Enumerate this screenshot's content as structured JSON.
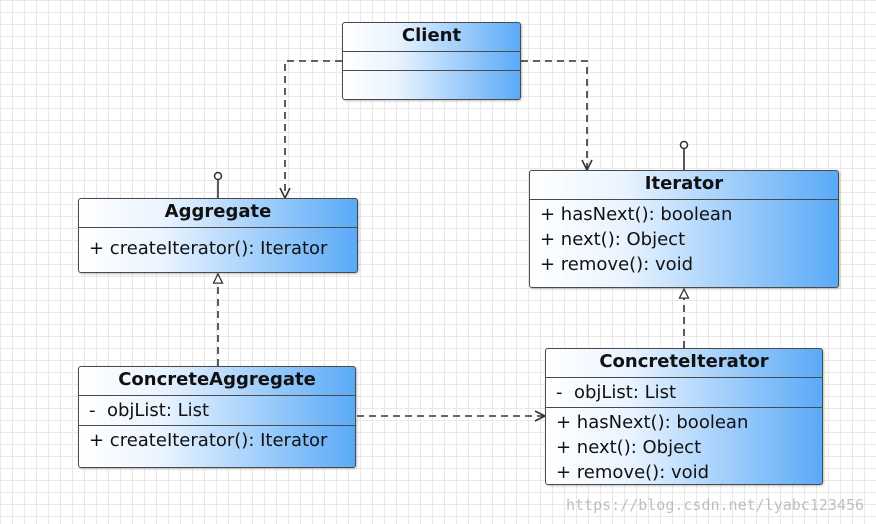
{
  "diagram": {
    "classes": {
      "client": {
        "name": "Client",
        "attributes": [],
        "methods": []
      },
      "aggregate": {
        "name": "Aggregate",
        "methods": [
          "+ createIterator(): Iterator"
        ]
      },
      "iterator": {
        "name": "Iterator",
        "methods": [
          "+ hasNext(): boolean",
          "+ next(): Object",
          "+ remove(): void"
        ]
      },
      "concrete_aggregate": {
        "name": "ConcreteAggregate",
        "attributes": [
          "-  objList: List"
        ],
        "methods": [
          "+ createIterator(): Iterator"
        ]
      },
      "concrete_iterator": {
        "name": "ConcreteIterator",
        "attributes": [
          "-  objList: List"
        ],
        "methods": [
          "+ hasNext(): boolean",
          "+ next(): Object",
          "+ remove(): void"
        ]
      }
    },
    "relations": [
      {
        "from": "Client",
        "to": "Aggregate",
        "type": "dependency"
      },
      {
        "from": "Client",
        "to": "Iterator",
        "type": "dependency"
      },
      {
        "from": "ConcreteAggregate",
        "to": "Aggregate",
        "type": "realization"
      },
      {
        "from": "ConcreteIterator",
        "to": "Iterator",
        "type": "realization"
      },
      {
        "from": "ConcreteAggregate",
        "to": "ConcreteIterator",
        "type": "dependency"
      }
    ]
  },
  "watermark": "https://blog.csdn.net/lyabc123456"
}
